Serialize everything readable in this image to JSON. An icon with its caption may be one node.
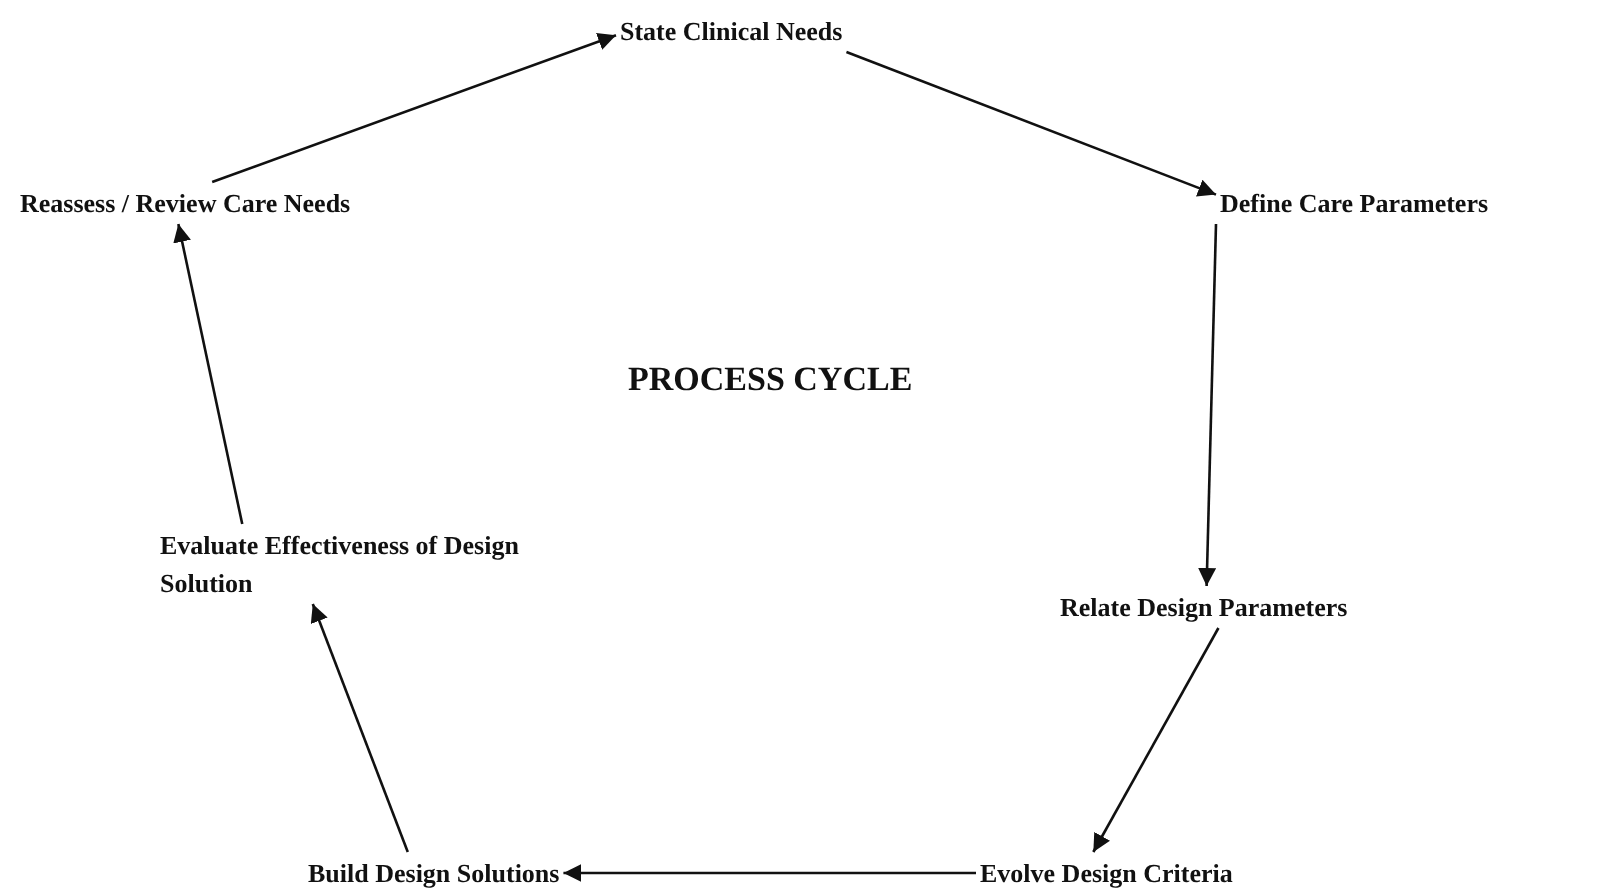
{
  "diagram": {
    "title": "PROCESS CYCLE",
    "nodes": [
      {
        "text": [
          "State Clinical Needs"
        ]
      },
      {
        "text": [
          "Define Care Parameters"
        ]
      },
      {
        "text": [
          "Relate Design Parameters"
        ]
      },
      {
        "text": [
          "Evolve Design Criteria"
        ]
      },
      {
        "text": [
          "Build Design Solutions"
        ]
      },
      {
        "text": [
          "Evaluate Effectiveness of Design Solution"
        ]
      },
      {
        "text": [
          "Reassess / Review Care Needs"
        ]
      }
    ],
    "edges": [
      {
        "from": 0,
        "to": 1,
        "arrow": "to"
      },
      {
        "from": 1,
        "to": 2,
        "arrow": "to"
      },
      {
        "from": 2,
        "to": 3,
        "arrow": "to"
      },
      {
        "from": 3,
        "to": 4,
        "arrow": "to"
      },
      {
        "from": 4,
        "to": 5,
        "arrow": "to"
      },
      {
        "from": 5,
        "to": 6,
        "arrow": "to"
      },
      {
        "from": 6,
        "to": 0,
        "arrow": "to"
      }
    ]
  }
}
